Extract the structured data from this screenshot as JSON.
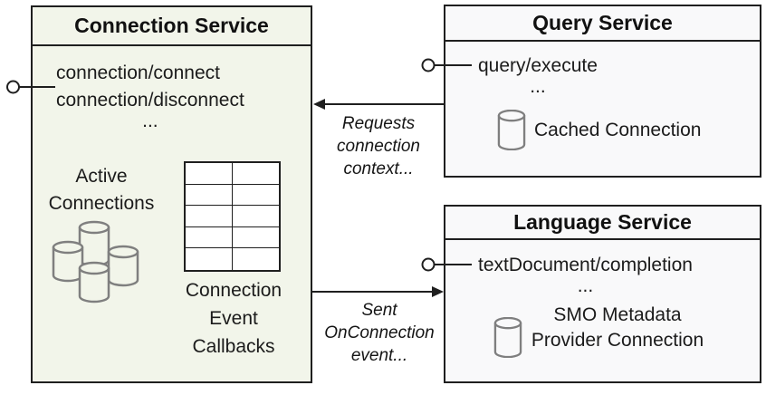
{
  "colors": {
    "border": "#1f1f1f",
    "text": "#1b1b1b",
    "connection_fill": "#f2f5ea",
    "service_fill": "#f9f9fa",
    "table_fill": "#ffffff",
    "icon_stroke": "#7f7f7f"
  },
  "connection_service": {
    "title": "Connection Service",
    "methods": [
      "connection/connect",
      "connection/disconnect"
    ],
    "ellipsis": "...",
    "active_connections": {
      "lines": [
        "Active",
        "Connections"
      ]
    },
    "event_callbacks": {
      "lines": [
        "Connection",
        "Event",
        "Callbacks"
      ],
      "table": {
        "columns": 2,
        "rows": 5
      }
    }
  },
  "query_service": {
    "title": "Query Service",
    "methods": [
      "query/execute"
    ],
    "ellipsis": "...",
    "connection_label": "Cached Connection"
  },
  "language_service": {
    "title": "Language Service",
    "methods": [
      "textDocument/completion"
    ],
    "ellipsis": "...",
    "connection_label": {
      "lines": [
        "SMO Metadata",
        "Provider Connection"
      ]
    }
  },
  "edges": {
    "query_to_connection": {
      "lines": [
        "Requests",
        "connection",
        "context..."
      ]
    },
    "connection_to_language": {
      "lines": [
        "Sent",
        "OnConnection",
        "event..."
      ]
    }
  },
  "icons": {
    "active_connections": "database-cluster-icon",
    "cached_connection": "database-icon",
    "smo_connection": "database-icon",
    "interface_connector": "lollipop-interface-icon"
  }
}
